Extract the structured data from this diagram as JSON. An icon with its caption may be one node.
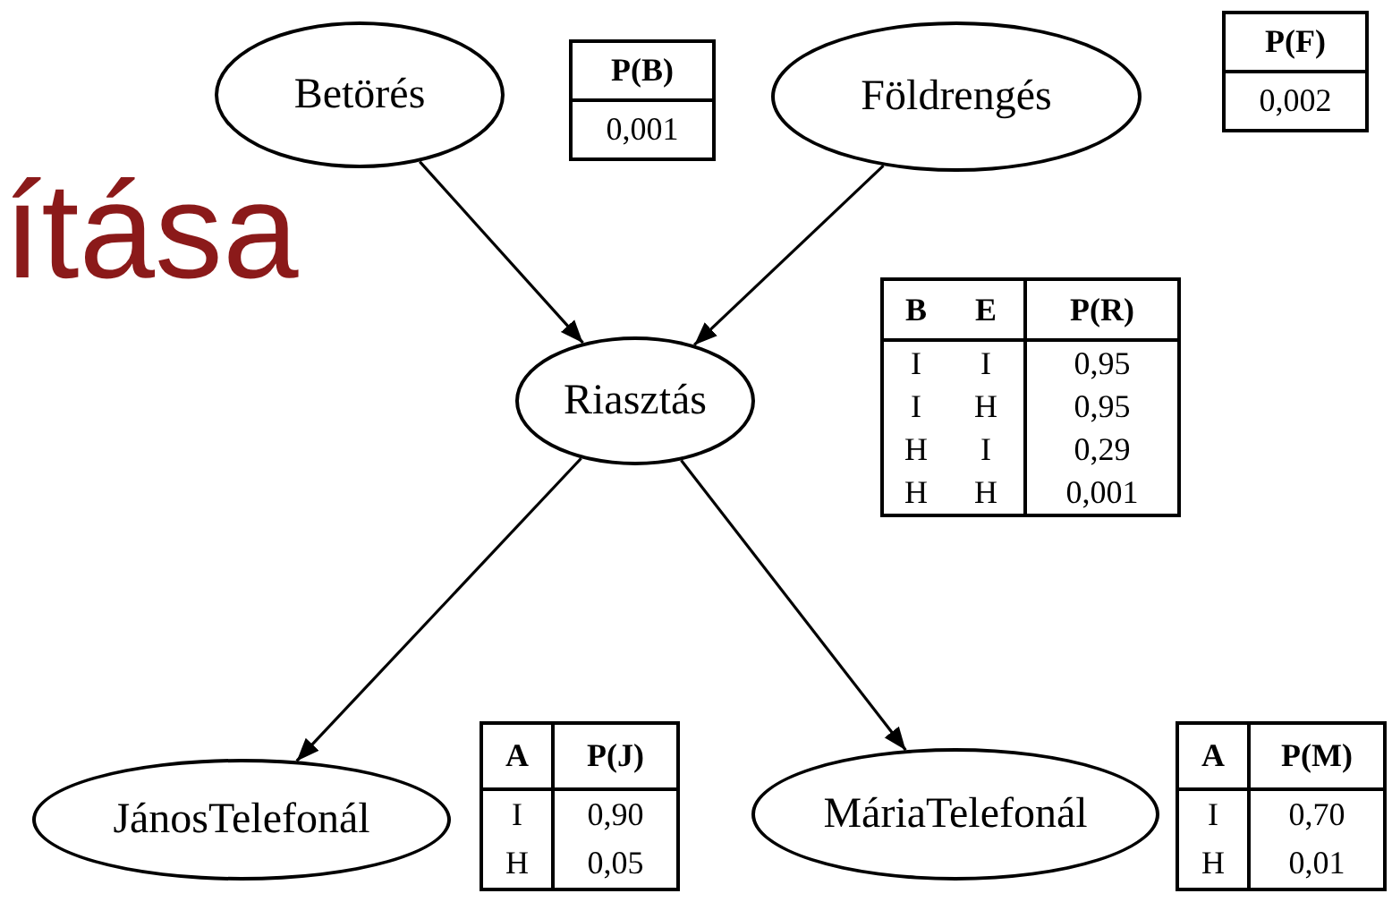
{
  "diagram": {
    "nodes": [
      {
        "text": [
          "Betörés"
        ]
      },
      {
        "text": [
          "Földrengés"
        ]
      },
      {
        "text": [
          "Riasztás"
        ]
      },
      {
        "text": [
          "JánosTelefonál"
        ]
      },
      {
        "text": [
          "MáriaTelefonál"
        ]
      }
    ],
    "edges": [
      {
        "from": 0,
        "to": 2,
        "arrow": "to"
      },
      {
        "from": 1,
        "to": 2,
        "arrow": "to"
      },
      {
        "from": 2,
        "to": 3,
        "arrow": "to"
      },
      {
        "from": 2,
        "to": 4,
        "arrow": "to"
      }
    ],
    "labels": [
      "P(F)",
      "0,002",
      "P(B)",
      "0,001",
      "ítása",
      "B",
      "E",
      "P(R)",
      "I",
      "I",
      "0,95",
      "I",
      "H",
      "0,95",
      "H",
      "I",
      "0,29",
      "H",
      "H",
      "0,001",
      "A",
      "P(J)",
      "I",
      "0,90",
      "H",
      "0,05",
      "A",
      "P(M)",
      "I",
      "0,70",
      "H",
      "0,01"
    ]
  }
}
